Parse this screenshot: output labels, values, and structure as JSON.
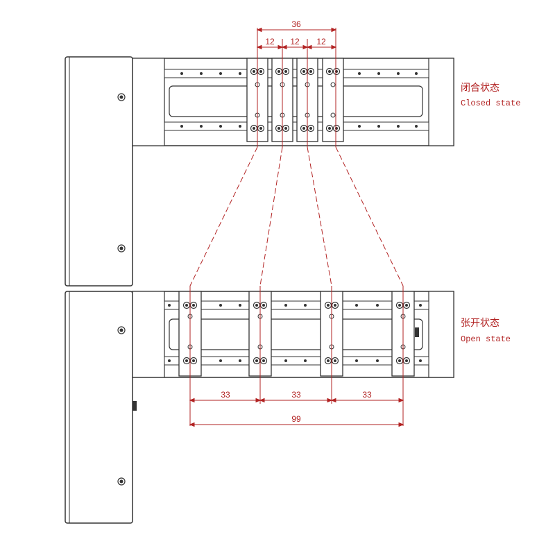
{
  "labels": {
    "closed_cn": "闭合状态",
    "closed_en": "Closed state",
    "open_cn": "张开状态",
    "open_en": "Open state"
  },
  "dimensions": {
    "closed_total": "36",
    "closed_gap_1": "12",
    "closed_gap_2": "12",
    "closed_gap_3": "12",
    "open_gap_1": "33",
    "open_gap_2": "33",
    "open_gap_3": "33",
    "open_total": "99"
  },
  "colors": {
    "line": "#333333",
    "dimension": "#b22222"
  }
}
